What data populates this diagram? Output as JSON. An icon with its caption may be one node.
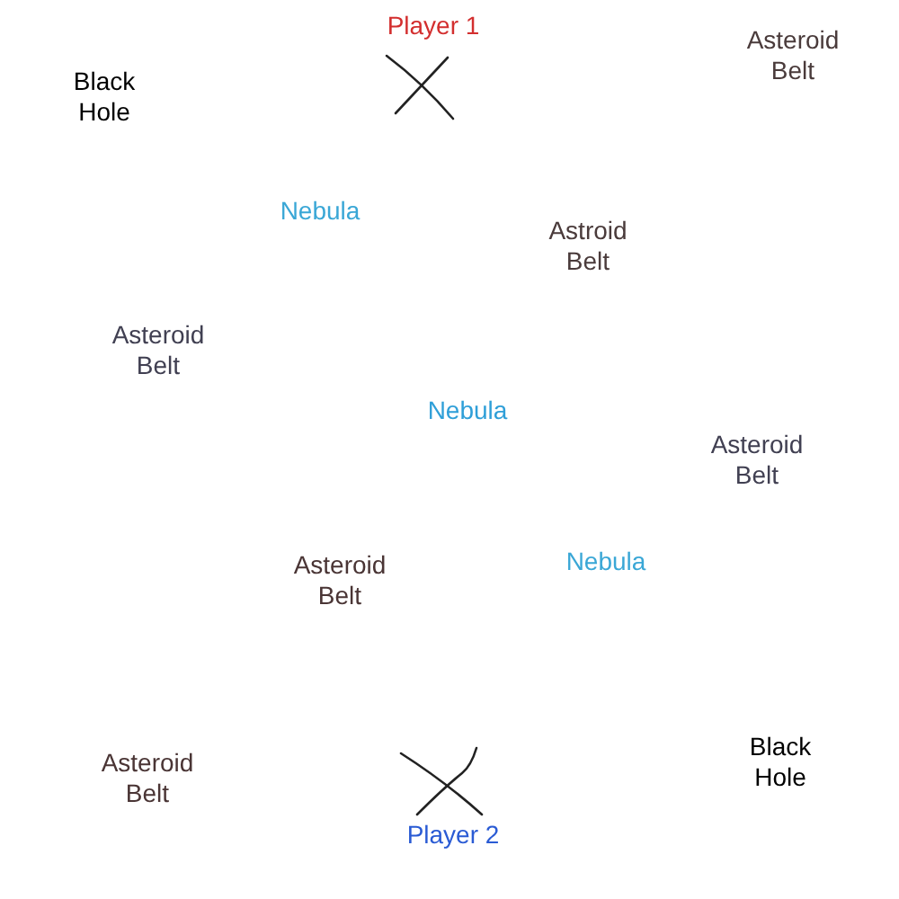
{
  "diagram": {
    "labels": [
      "Black Hole",
      "Player 1",
      "Asteroid Belt",
      "Nebula",
      "Astroid Belt",
      "Asteroid Belt",
      "Nebula",
      "Asteroid Belt",
      "Asteroid Belt",
      "Nebula",
      "Asteroid Belt",
      "Player 2",
      "Black Hole"
    ]
  }
}
